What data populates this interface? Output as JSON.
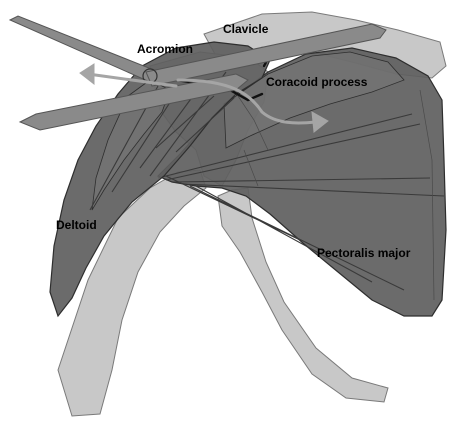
{
  "labels": {
    "clavicle": "Clavicle",
    "acromion": "Acromion",
    "coracoid_process": "Coracoid process",
    "deltoid": "Deltoid",
    "pectoralis_major": "Pectoralis major"
  },
  "colors": {
    "bone": "#c8c8c8",
    "bone_edge": "#7a7a7a",
    "muscle": "#5e5e5e",
    "muscle_edge": "#2e2e2e",
    "fiber": "#3a3a3a",
    "pin": "#8a8a8a",
    "arrow": "#a5a5a5"
  }
}
